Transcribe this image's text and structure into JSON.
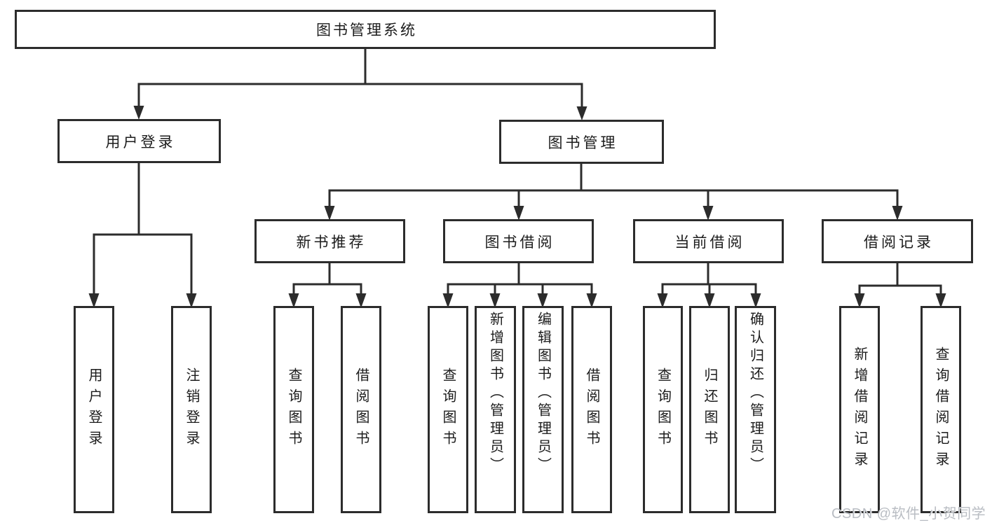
{
  "diagram": {
    "root": {
      "label": "图书管理系统"
    },
    "level2": {
      "user_login": {
        "label": "用户登录",
        "children": {
          "login": {
            "label": "用户登录"
          },
          "logout": {
            "label": "注销登录"
          }
        }
      },
      "book_mgmt": {
        "label": "图书管理",
        "children": {
          "new_book_rec": {
            "label": "新书推荐",
            "children": {
              "query": {
                "label": "查询图书"
              },
              "borrow": {
                "label": "借阅图书"
              }
            }
          },
          "book_borrow": {
            "label": "图书借阅",
            "children": {
              "query": {
                "label": "查询图书"
              },
              "add": {
                "label": "新增图书（管理员）"
              },
              "edit": {
                "label": "编辑图书（管理员）"
              },
              "borrow": {
                "label": "借阅图书"
              }
            }
          },
          "current_borrow": {
            "label": "当前借阅",
            "children": {
              "query": {
                "label": "查询图书"
              },
              "return": {
                "label": "归还图书"
              },
              "confirm": {
                "label": "确认归还（管理员）"
              }
            }
          },
          "borrow_records": {
            "label": "借阅记录",
            "children": {
              "add": {
                "label": "新增借阅记录"
              },
              "query": {
                "label": "查询借阅记录"
              }
            }
          }
        }
      }
    }
  },
  "watermark": {
    "text": "CSDN @软件_小贺同学"
  },
  "colors": {
    "line": "#2c2c2c",
    "text": "#1c1c1c",
    "background": "#ffffff",
    "watermark": "#b9bdc3"
  }
}
